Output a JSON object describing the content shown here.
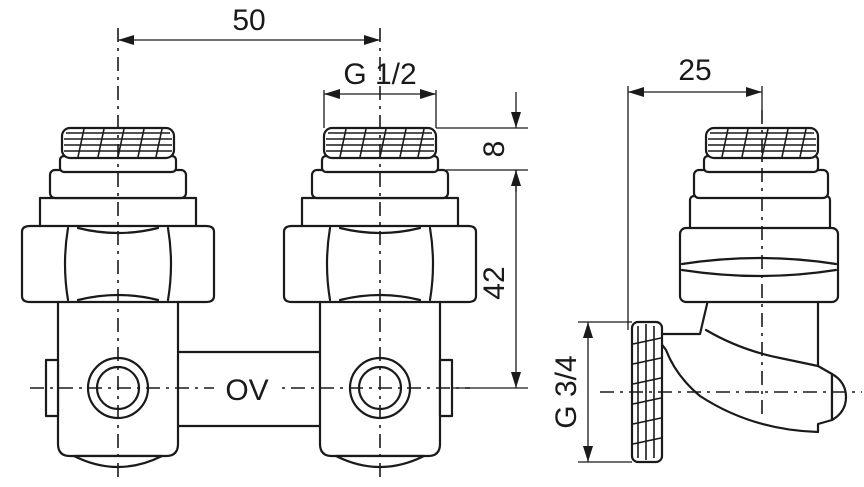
{
  "dimensions": {
    "center_distance": "50",
    "outlet_thread": "G 1/2",
    "thread_height": "8",
    "body_height": "42",
    "side_depth": "25",
    "inlet_thread": "G 3/4"
  },
  "label_ov": "OV"
}
